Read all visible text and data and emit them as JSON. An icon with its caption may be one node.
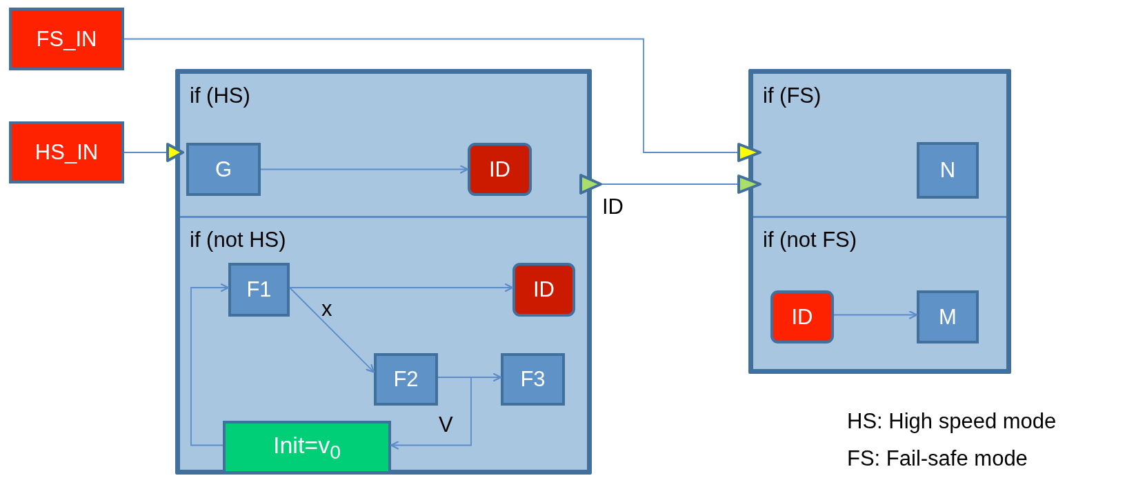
{
  "diagram": {
    "nodes": [
      {
        "text": [
          "FS_IN"
        ]
      },
      {
        "text": [
          "HS_IN"
        ]
      },
      {
        "text": [],
        "shape": "box"
      },
      {
        "text": [
          "if (HS)"
        ],
        "in": 2
      },
      {
        "text": [],
        "shape": "triangle"
      },
      {
        "text": [
          "G"
        ],
        "in": 3
      },
      {
        "text": [
          "ID"
        ],
        "in": 3
      },
      {
        "text": [],
        "shape": "triangle",
        "beside": [
          "ID"
        ]
      },
      {
        "text": [
          "if (not HS)"
        ],
        "in": 2
      },
      {
        "text": [
          "F1"
        ],
        "in": 8
      },
      {
        "text": [
          "ID"
        ],
        "in": 8
      },
      {
        "text": [
          "F2"
        ],
        "in": 8
      },
      {
        "text": [
          "F3"
        ],
        "in": 8
      },
      {
        "text": [
          "Init=v$_{0}$"
        ],
        "in": 8
      },
      {
        "text": [],
        "shape": "box"
      },
      {
        "text": [
          "if (FS)"
        ],
        "in": 14
      },
      {
        "text": [],
        "shape": "triangle"
      },
      {
        "text": [],
        "shape": "triangle"
      },
      {
        "text": [
          "N"
        ],
        "in": 15
      },
      {
        "text": [
          "if (not FS)"
        ],
        "in": 14
      },
      {
        "text": [
          "ID"
        ],
        "in": 19
      },
      {
        "text": [
          "M"
        ],
        "in": 19
      }
    ],
    "edges": [
      {
        "from": 0,
        "to": 16,
        "arrow": "none"
      },
      {
        "from": 1,
        "to": 4,
        "arrow": "none"
      },
      {
        "from": 5,
        "to": 6,
        "arrow": "to"
      },
      {
        "from": 7,
        "to": 17,
        "arrow": "none"
      },
      {
        "from": 9,
        "to": 10,
        "arrow": "to"
      },
      {
        "from": 9,
        "to": 11,
        "arrow": "to",
        "label": "x"
      },
      {
        "from": 11,
        "to": 12,
        "arrow": "to"
      },
      {
        "from": 11,
        "to": 13,
        "arrow": "to",
        "label": "V"
      },
      {
        "from": 13,
        "to": 9,
        "arrow": "to"
      },
      {
        "from": 20,
        "to": 21,
        "arrow": "to"
      }
    ],
    "labels": [
      "HS: High speed mode",
      "FS: Fail-safe mode"
    ]
  }
}
